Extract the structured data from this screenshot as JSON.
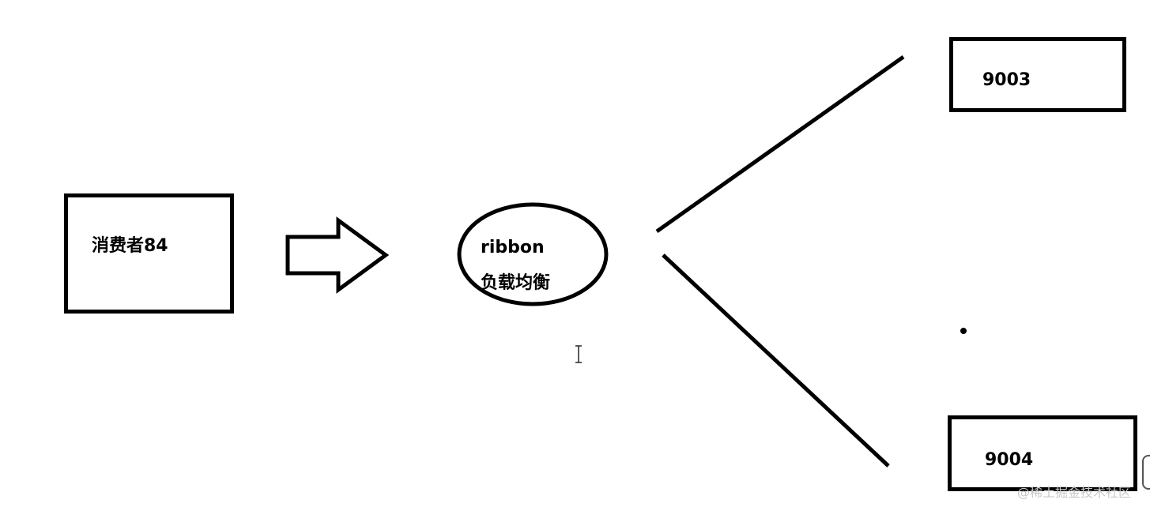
{
  "diagram": {
    "consumer": {
      "label": "消费者84"
    },
    "balancer": {
      "line1": "ribbon",
      "line2": "负载均衡"
    },
    "servers": [
      {
        "label": "9003"
      },
      {
        "label": "9004"
      }
    ],
    "watermark": "@稀土掘金技术社区"
  }
}
